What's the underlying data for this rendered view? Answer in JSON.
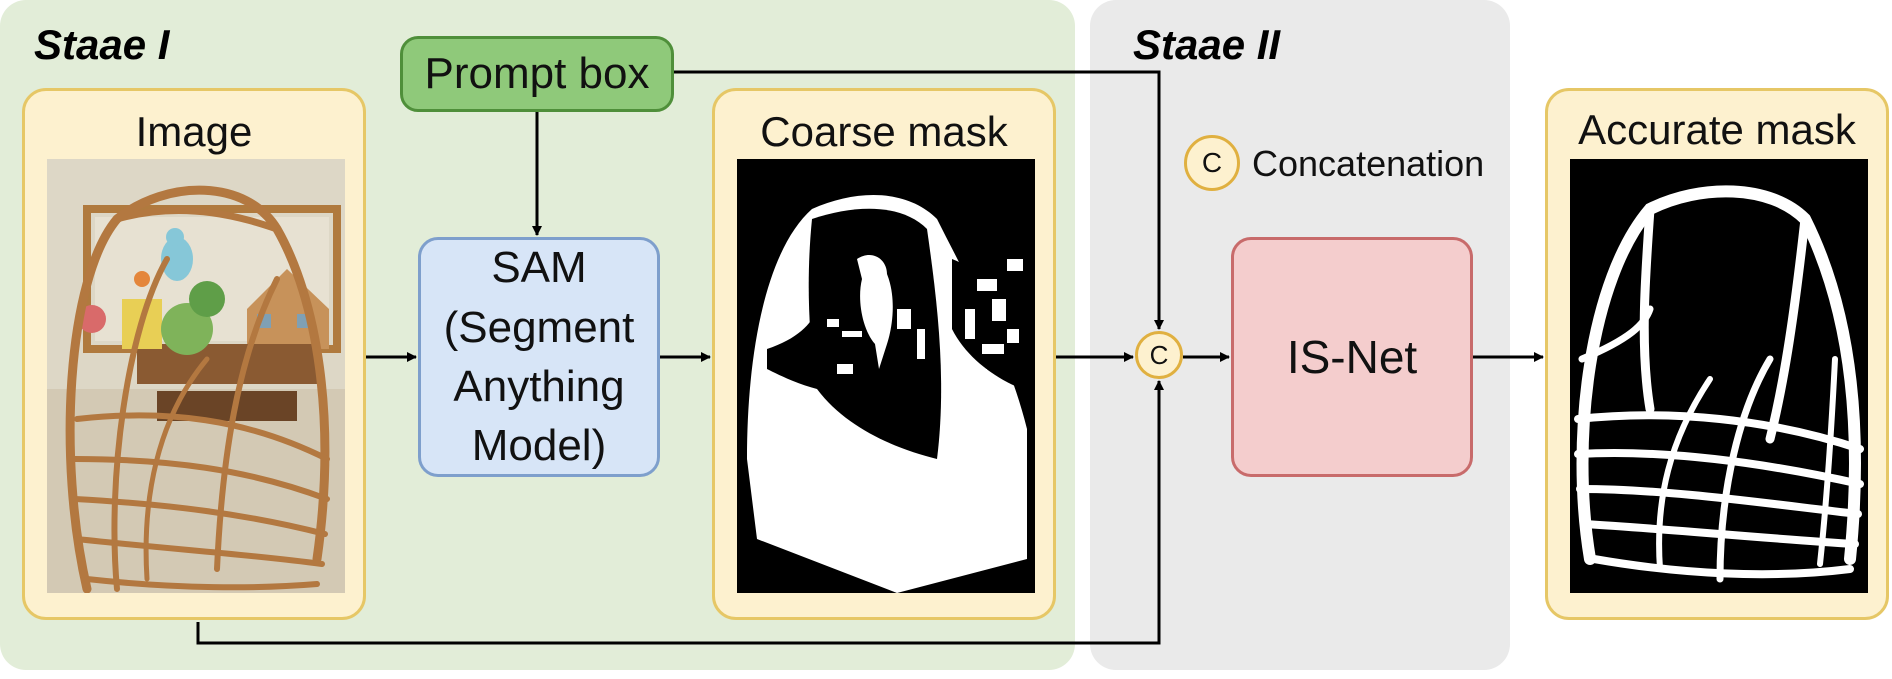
{
  "stage1": {
    "title": "Staae I"
  },
  "stage2": {
    "title": "Staae II"
  },
  "nodes": {
    "prompt": "Prompt box",
    "sam": [
      "SAM",
      "(Segment",
      "Anything",
      "Model)"
    ],
    "isnet": "IS-Net",
    "concat_symbol": "C"
  },
  "panels": {
    "image": "Image",
    "coarse_mask": "Coarse mask",
    "accurate_mask": "Accurate mask"
  },
  "legend": {
    "symbol": "C",
    "label": "Concatenation"
  },
  "colors": {
    "stage1_bg": "#e2edd8",
    "stage2_bg": "#eaeaea",
    "panel_bg": "#fdf1cf",
    "panel_border": "#e6c766",
    "prompt_bg": "#8fc97a",
    "sam_bg": "#d7e5f7",
    "isnet_bg": "#f4cdcd"
  }
}
